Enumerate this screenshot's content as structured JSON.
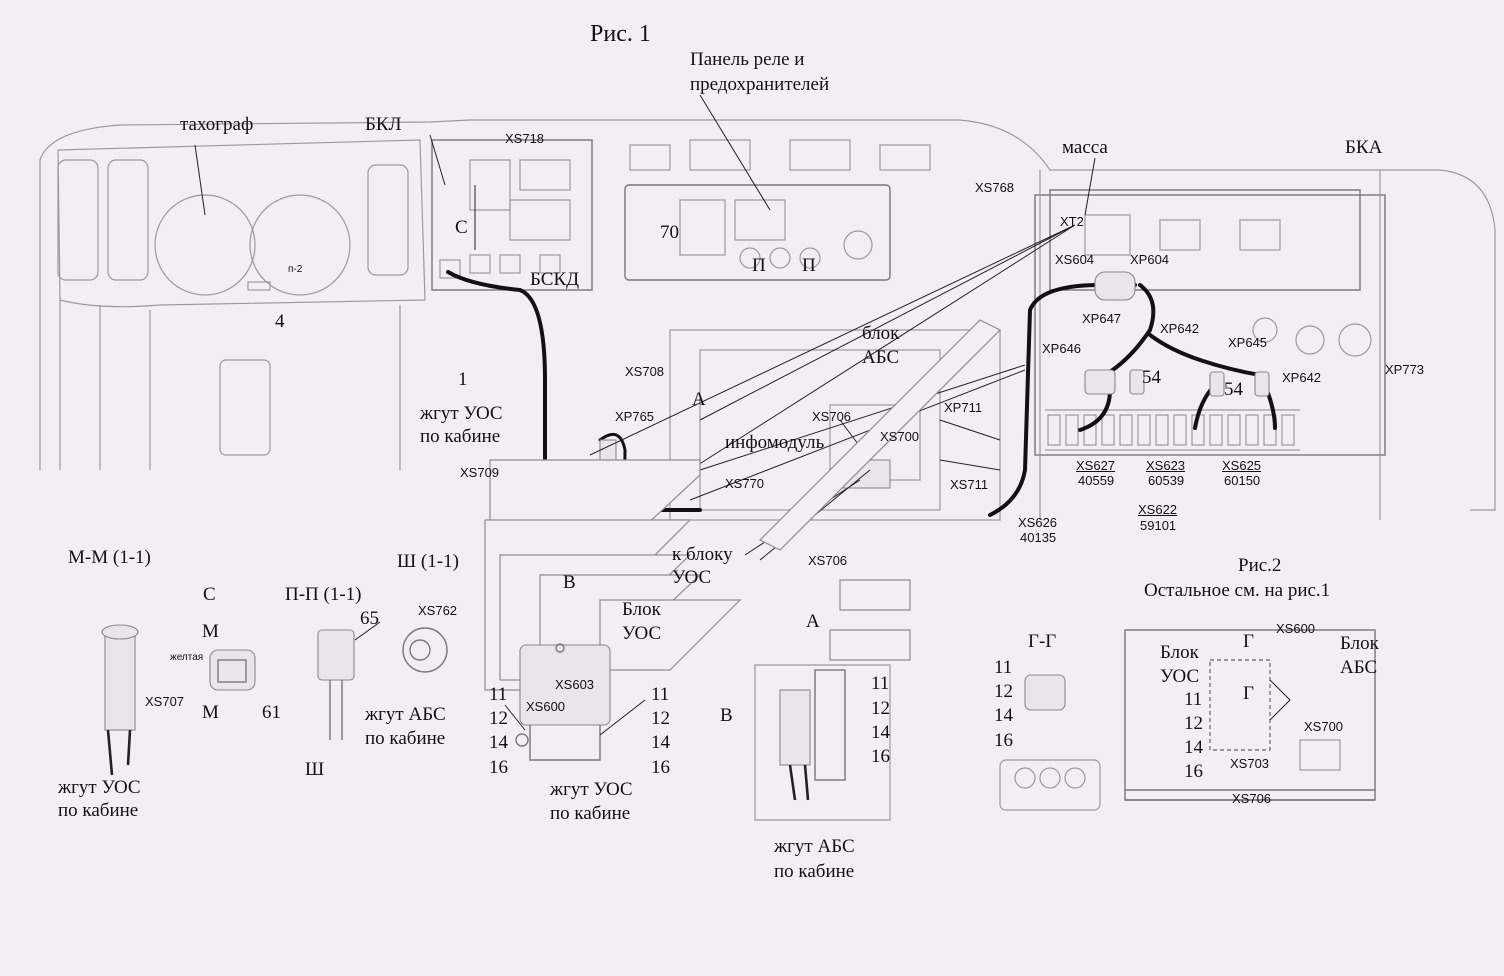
{
  "fig1": {
    "title": "Рис. 1",
    "panel_relay_line1": "Панель реле и",
    "panel_relay_line2": "предохранителей",
    "tachograph": "тахограф",
    "bkl": "БКЛ",
    "bskd": "БСКД",
    "mass": "масса",
    "bka": "БКА",
    "section_c": "С",
    "item_4": "4",
    "item_70": "70",
    "item_1": "1",
    "harness_uos_line1": "жгут УОС",
    "harness_uos_line2": "по кабине",
    "view_a": "А",
    "view_b": "В",
    "section_p_left": "П",
    "section_p_right": "П",
    "abs_block_line1": "блок",
    "abs_block_line2": "АБС",
    "infomodule": "инфомодуль",
    "to_uos_line1": "к блоку",
    "to_uos_line2": "УОС",
    "item_54a": "54",
    "item_54b": "54",
    "small_p2": "п-2",
    "connectors": {
      "xs718": "XS718",
      "xs708": "XS708",
      "xp765": "XP765",
      "xs709": "XS709",
      "xs770": "XS770",
      "xs706": "XS706",
      "xs700": "XS700",
      "xp711": "XP711",
      "xs711": "XS711",
      "xs706b": "XS706",
      "xs768": "XS768",
      "xt2": "XT2",
      "xs604": "XS604",
      "xp604": "XP604",
      "xp647": "XP647",
      "xp642a": "XP642",
      "xp646": "XP646",
      "xp645": "XP645",
      "xp642b": "XP642",
      "xp773": "XP773",
      "xs627": "XS627",
      "n40559": "40559",
      "xs623": "XS623",
      "n60539": "60539",
      "xs625": "XS625",
      "n60150": "60150",
      "xs622": "XS622",
      "n59101": "59101",
      "xs626": "XS626",
      "n40135": "40135"
    }
  },
  "details": {
    "mm_title": "М-М (1-1)",
    "c_title": "С",
    "pp_title": "П-П (1-1)",
    "sh_title": "Ш (1-1)",
    "m_upper": "М",
    "m_lower": "М",
    "yellow": "желтая",
    "item_61": "61",
    "item_65": "65",
    "xs707": "XS707",
    "xs762": "XS762",
    "sh_mark": "Ш",
    "mm_harness_line1": "жгут УОС",
    "mm_harness_line2": "по кабине",
    "abs_harness_line1": "жгут АБС",
    "abs_harness_line2": "по кабине",
    "uos_block_line1": "Блок",
    "uos_block_line2": "УОС",
    "view_b_mark": "В",
    "xs603": "XS603",
    "xs600": "XS600",
    "pins_left": [
      "11",
      "12",
      "14",
      "16"
    ],
    "pins_right": [
      "11",
      "12",
      "14",
      "16"
    ],
    "uos_harness_line1": "жгут УОС",
    "uos_harness_line2": "по кабине",
    "view_a_mark": "А",
    "b_view_mark": "В",
    "pins_a": [
      "11",
      "12",
      "14",
      "16"
    ],
    "abs2_harness_line1": "жгут АБС",
    "abs2_harness_line2": "по кабине",
    "gg_title": "Г-Г",
    "pins_g": [
      "11",
      "12",
      "14",
      "16"
    ]
  },
  "fig2": {
    "title": "Рис.2",
    "subtitle": "Остальное см. на рис.1",
    "xs600": "XS600",
    "uos_line1": "Блок",
    "uos_line2": "УОС",
    "abs_line1": "Блок",
    "abs_line2": "АБС",
    "g_upper": "Г",
    "g_lower": "Г",
    "xs700": "XS700",
    "xs703": "XS703",
    "xs706": "XS706",
    "pins": [
      "11",
      "12",
      "14",
      "16"
    ]
  }
}
